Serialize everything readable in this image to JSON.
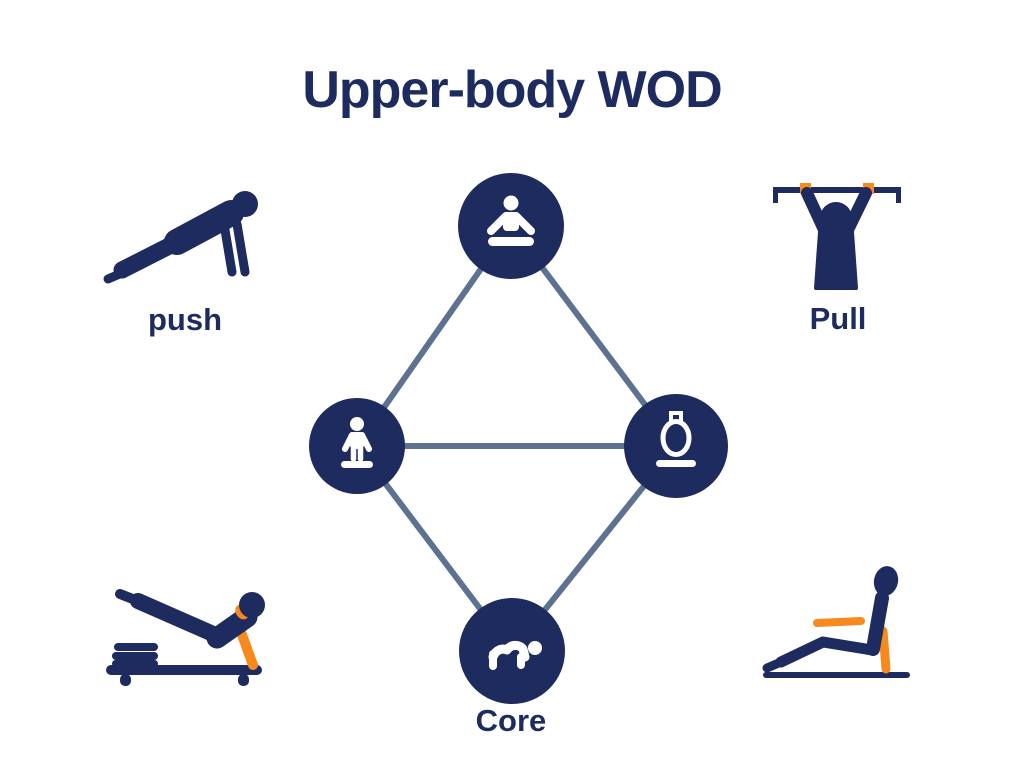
{
  "title": "Upper-body WOD",
  "colors": {
    "navy": "#1d2b5f",
    "connector": "#5d7191",
    "orange": "#f7891d",
    "icon_white": "#ffffff",
    "background": "#ffffff"
  },
  "labels": {
    "push": "push",
    "pull": "Pull",
    "core": "Core"
  },
  "diagram": {
    "type": "node-link",
    "nodes": [
      {
        "id": "top",
        "position": "top-center",
        "icon": "bench-press-person-icon"
      },
      {
        "id": "left",
        "position": "middle-left",
        "icon": "standing-person-icon"
      },
      {
        "id": "right",
        "position": "middle-right",
        "icon": "kettlebell-icon"
      },
      {
        "id": "bottom",
        "position": "bottom-center",
        "icon": "plank-person-icon",
        "label": "Core"
      }
    ],
    "edges": [
      {
        "from": "top",
        "to": "left"
      },
      {
        "from": "top",
        "to": "right"
      },
      {
        "from": "left",
        "to": "right"
      },
      {
        "from": "left",
        "to": "bottom"
      },
      {
        "from": "right",
        "to": "bottom"
      }
    ]
  },
  "illustrations": [
    {
      "id": "push-up-figure",
      "position": "top-left",
      "label": "push"
    },
    {
      "id": "pull-up-figure",
      "position": "top-right",
      "label": "Pull",
      "accents": "orange grip squares on bar"
    },
    {
      "id": "bench-dip-figure",
      "position": "bottom-left",
      "accents": "orange arm and face"
    },
    {
      "id": "seated-row-figure",
      "position": "bottom-right",
      "accents": "orange arm and support"
    }
  ]
}
